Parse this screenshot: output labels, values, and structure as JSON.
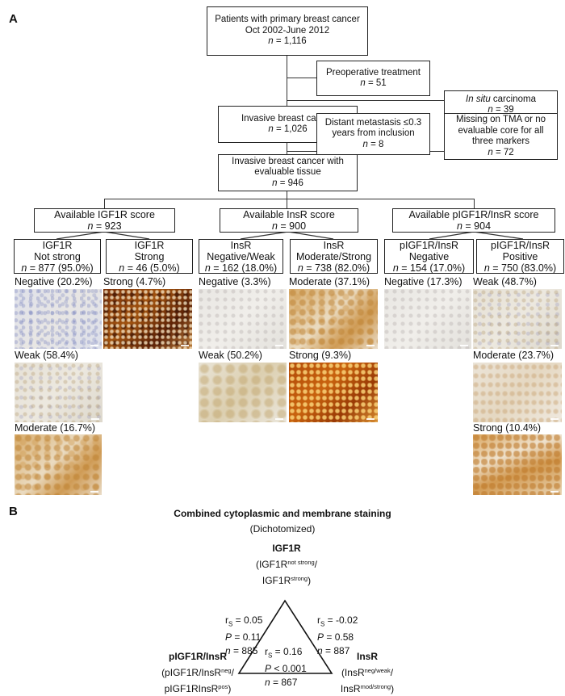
{
  "panel_a": {
    "letter": "A",
    "flow": {
      "patients": {
        "line1": "Patients with primary breast cancer",
        "line2": "Oct 2002-June 2012",
        "n": "1,116"
      },
      "preop": {
        "line1": "Preoperative treatment",
        "n": "51"
      },
      "insitu": {
        "line1_italic": "In situ",
        "line1_rest": " carcinoma",
        "n": "39"
      },
      "invasive": {
        "line1": "Invasive breast cancer",
        "n": "1,026"
      },
      "distant": {
        "line1": "Distant metastasis ≤0.3",
        "line2": "years from inclusion",
        "n": "8"
      },
      "missing": {
        "line1": "Missing on TMA or no",
        "line2": "evaluable core for all",
        "line3": "three markers",
        "n": "72"
      },
      "evaluable": {
        "line1": "Invasive breast cancer with",
        "line2": "evaluable tissue",
        "n": "946"
      }
    },
    "n_prefix": "n",
    "n_eq": " = ",
    "markers": [
      {
        "available": {
          "line1": "Available IGF1R score",
          "n": "923"
        },
        "groups": [
          {
            "line1": "IGF1R",
            "line2": "Not strong",
            "n": "877 (95.0%)",
            "images": [
              {
                "label": "Negative (20.2%)",
                "stain": "negative"
              },
              {
                "label": "Weak (58.4%)",
                "stain": "weak"
              },
              {
                "label": "Moderate (16.7%)",
                "stain": "moderate"
              }
            ]
          },
          {
            "line1": "IGF1R",
            "line2": "Strong",
            "n": "46 (5.0%)",
            "images": [
              {
                "label": "Strong (4.7%)",
                "stain": "strong"
              }
            ]
          }
        ]
      },
      {
        "available": {
          "line1": "Available InsR score",
          "n": "900"
        },
        "groups": [
          {
            "line1": "InsR",
            "line2": "Negative/Weak",
            "n": "162 (18.0%)",
            "images": [
              {
                "label": "Negative (3.3%)",
                "stain": "negative"
              },
              {
                "label": "Weak (50.2%)",
                "stain": "weak"
              }
            ]
          },
          {
            "line1": "InsR",
            "line2": "Moderate/Strong",
            "n": "738 (82.0%)",
            "images": [
              {
                "label": "Moderate (37.1%)",
                "stain": "moderate"
              },
              {
                "label": "Strong (9.3%)",
                "stain": "strong"
              }
            ]
          }
        ]
      },
      {
        "available": {
          "line1": "Available pIGF1R/InsR score",
          "n": "904"
        },
        "groups": [
          {
            "line1": "pIGF1R/InsR",
            "line2": "Negative",
            "n": "154 (17.0%)",
            "images": [
              {
                "label": "Negative (17.3%)",
                "stain": "negative"
              }
            ]
          },
          {
            "line1": "pIGF1R/InsR",
            "line2": "Positive",
            "n": "750 (83.0%)",
            "images": [
              {
                "label": "Weak (48.7%)",
                "stain": "weak"
              },
              {
                "label": "Moderate (23.7%)",
                "stain": "moderate"
              },
              {
                "label": "Strong (10.4%)",
                "stain": "strong"
              }
            ]
          }
        ]
      }
    ]
  },
  "panel_b": {
    "letter": "B",
    "title": "Combined cytoplasmic and membrane staining",
    "subtitle": "(Dichotomized)",
    "nodes": {
      "top": {
        "name": "IGF1R",
        "l1_pre": "(IGF1R",
        "l1_sup": "not strong",
        "l1_post": "/",
        "l2_pre": "IGF1R",
        "l2_sup": "strong",
        "l2_post": ")"
      },
      "left": {
        "name": "pIGF1R/InsR",
        "l1_pre": "(pIGF1R/InsR",
        "l1_sup": "neg",
        "l1_post": "/",
        "l2_pre": "pIGF1RInsR",
        "l2_sup": "pos",
        "l2_post": ")"
      },
      "right": {
        "name": "InsR",
        "l1_pre": "(InsR",
        "l1_sup": "neg/weak",
        "l1_post": "/",
        "l2_pre": "InsR",
        "l2_sup": "mod/strong",
        "l2_post": ")"
      }
    },
    "edges": {
      "top_left": {
        "rs": "0.05",
        "p_op": "=",
        "p": "0.11",
        "n": "885"
      },
      "top_right": {
        "rs": "-0.02",
        "p_op": "=",
        "p": "0.58",
        "n": "887"
      },
      "bottom": {
        "rs": "0.16",
        "p_op": "<",
        "p": "0.001",
        "n": "867"
      }
    },
    "labels": {
      "r": "r",
      "r_sub": "S",
      "p": "P",
      "n": "n"
    }
  }
}
